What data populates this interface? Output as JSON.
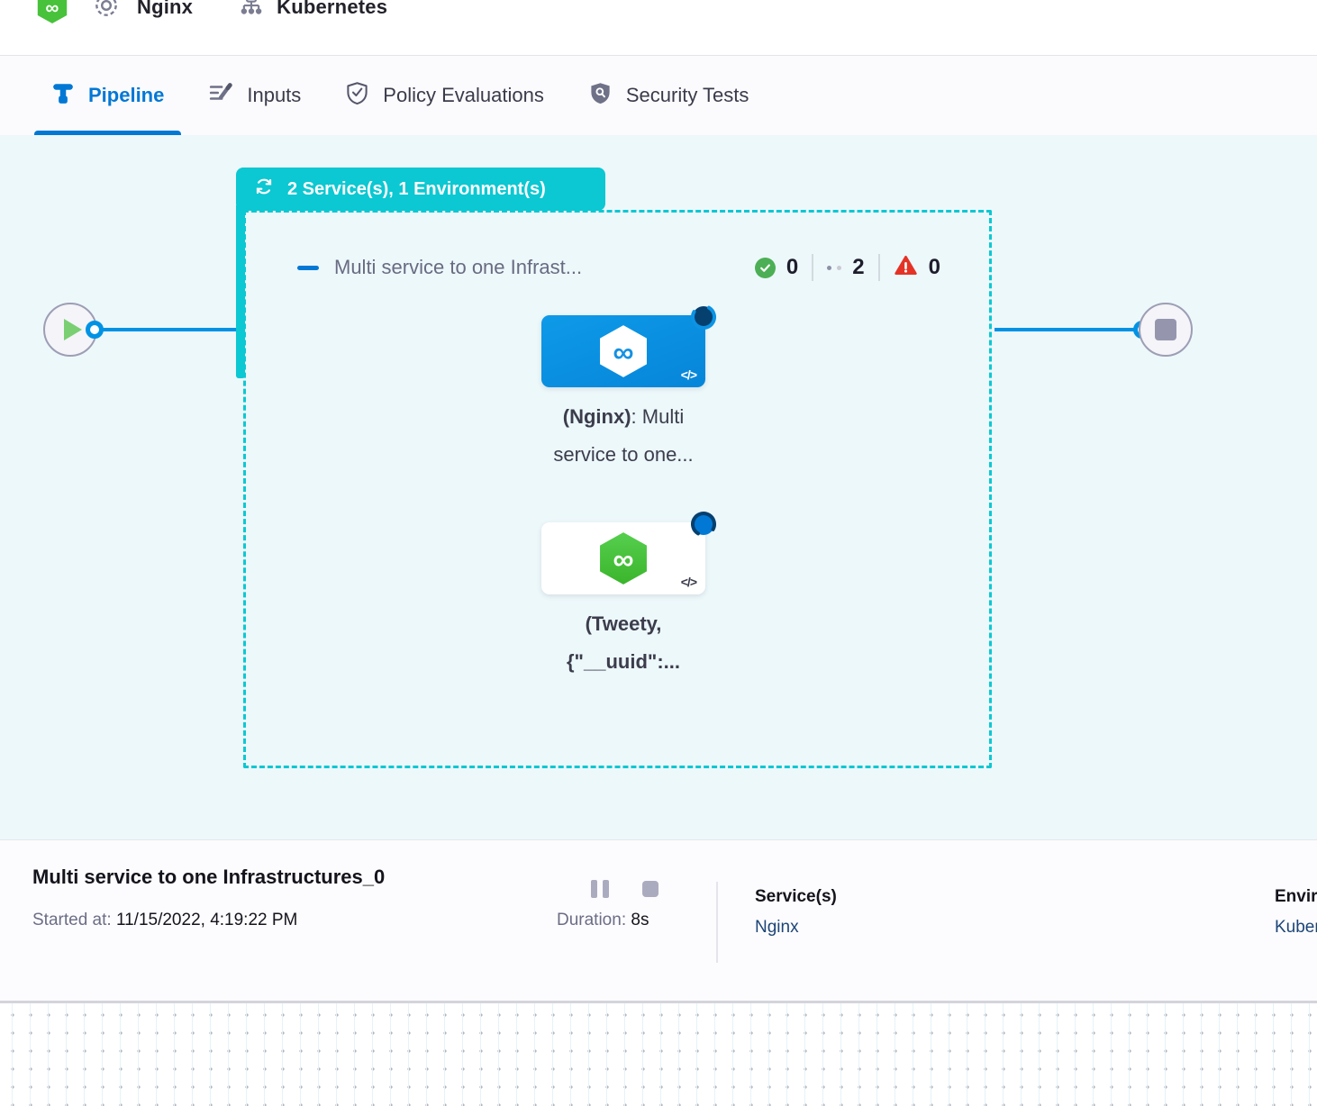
{
  "colors": {
    "teal": "#0BC8D2",
    "primary_blue": "#0278D5",
    "connector_blue": "#0092E4",
    "card_blue": "#0A8FE0",
    "harness_green": "#47C23A",
    "canvas_bg": "#EDF8FB",
    "success_green": "#4CAF55",
    "error_red": "#E43326",
    "link_navy": "#1C4577"
  },
  "topbar": {
    "logo_icon": "harness-logo",
    "pipeline_icon": "gear-icon",
    "pipeline_name": "Nginx",
    "env_icon": "kubernetes-icon",
    "env_name": "Kubernetes"
  },
  "tabs": [
    {
      "label": "Pipeline",
      "icon": "pipeline-icon",
      "active": true
    },
    {
      "label": "Inputs",
      "icon": "inputs-icon",
      "active": false
    },
    {
      "label": "Policy Evaluations",
      "icon": "policy-shield-icon",
      "active": false
    },
    {
      "label": "Security Tests",
      "icon": "security-shield-icon",
      "active": false
    }
  ],
  "canvas": {
    "group_badge": "2 Service(s), 1 Environment(s)",
    "stage": {
      "title": "Multi service to one Infrast...",
      "status": {
        "success": "0",
        "running": "2",
        "failed": "0"
      }
    },
    "nodes": [
      {
        "icon": "harness-logo-white-hex",
        "bold": "(Nginx)",
        "rest": ": Multi",
        "line2": "service to one..."
      },
      {
        "icon": "harness-logo-green-hex",
        "bold": "(Tweety,",
        "line2_bold": "{\"__uuid\":..."
      }
    ]
  },
  "footer": {
    "title": "Multi service to one Infrastructures_0",
    "started_label": "Started at:",
    "started_value": " 11/15/2022, 4:19:22 PM",
    "duration_label": "Duration:",
    "duration_value": " 8s",
    "services_label": "Service(s)",
    "services_value": "Nginx",
    "env_label": "Environment(s)",
    "env_value": "Kubernetes"
  }
}
